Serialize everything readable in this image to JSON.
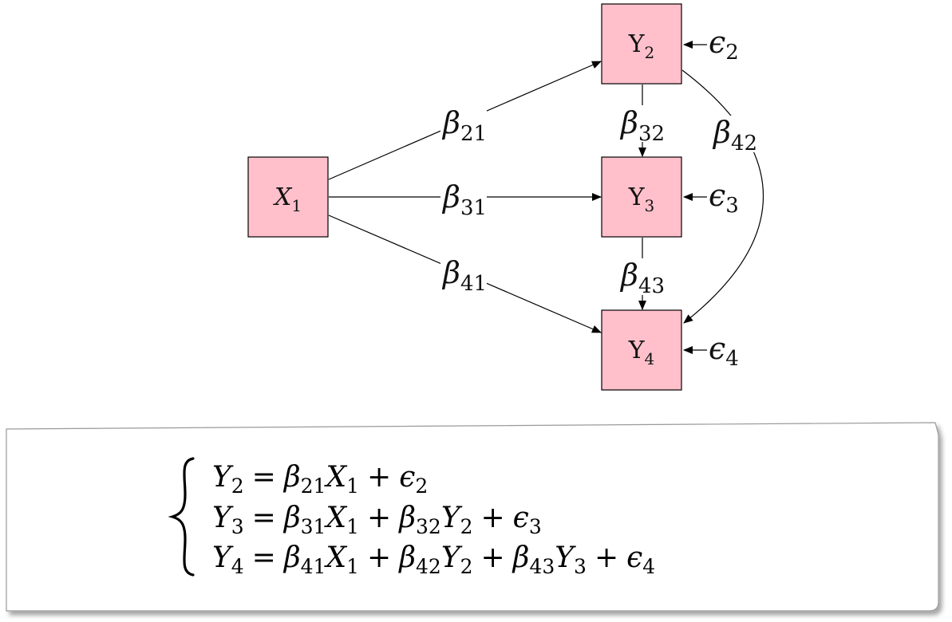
{
  "nodes": [
    {
      "id": "x1",
      "base": "X",
      "sub": "1",
      "fill": "#ffc0cb"
    },
    {
      "id": "y2",
      "base": "Y",
      "sub": "2",
      "fill": "#ffc0cb"
    },
    {
      "id": "y3",
      "base": "Y",
      "sub": "3",
      "fill": "#ffc0cb"
    },
    {
      "id": "y4",
      "base": "Y",
      "sub": "4",
      "fill": "#ffc0cb"
    }
  ],
  "paths": [
    {
      "from": "x1",
      "to": "y2",
      "base": "β",
      "sub": "21"
    },
    {
      "from": "x1",
      "to": "y3",
      "base": "β",
      "sub": "31"
    },
    {
      "from": "x1",
      "to": "y4",
      "base": "β",
      "sub": "41"
    },
    {
      "from": "y2",
      "to": "y3",
      "base": "β",
      "sub": "32"
    },
    {
      "from": "y3",
      "to": "y4",
      "base": "β",
      "sub": "43"
    },
    {
      "from": "y2",
      "to": "y4",
      "base": "β",
      "sub": "42"
    }
  ],
  "errors": [
    {
      "target": "y2",
      "base": "ϵ",
      "sub": "2"
    },
    {
      "target": "y3",
      "base": "ϵ",
      "sub": "3"
    },
    {
      "target": "y4",
      "base": "ϵ",
      "sub": "4"
    }
  ],
  "equations": [
    {
      "lhs": "Y",
      "lhs_sub": "2",
      "terms": [
        {
          "coef": "β",
          "coef_sub": "21",
          "var": "X",
          "var_sub": "1"
        },
        {
          "coef": "",
          "coef_sub": "",
          "var": "ϵ",
          "var_sub": "2"
        }
      ]
    },
    {
      "lhs": "Y",
      "lhs_sub": "3",
      "terms": [
        {
          "coef": "β",
          "coef_sub": "31",
          "var": "X",
          "var_sub": "1"
        },
        {
          "coef": "β",
          "coef_sub": "32",
          "var": "Y",
          "var_sub": "2"
        },
        {
          "coef": "",
          "coef_sub": "",
          "var": "ϵ",
          "var_sub": "3"
        }
      ]
    },
    {
      "lhs": "Y",
      "lhs_sub": "4",
      "terms": [
        {
          "coef": "β",
          "coef_sub": "41",
          "var": "X",
          "var_sub": "1"
        },
        {
          "coef": "β",
          "coef_sub": "42",
          "var": "Y",
          "var_sub": "2"
        },
        {
          "coef": "β",
          "coef_sub": "43",
          "var": "Y",
          "var_sub": "3"
        },
        {
          "coef": "",
          "coef_sub": "",
          "var": "ϵ",
          "var_sub": "4"
        }
      ]
    }
  ],
  "symbols": {
    "equals": "=",
    "plus": "+"
  },
  "colors": {
    "node_fill": "#ffc0cb",
    "stroke": "#000000",
    "card_border": "#9a9a9a"
  }
}
